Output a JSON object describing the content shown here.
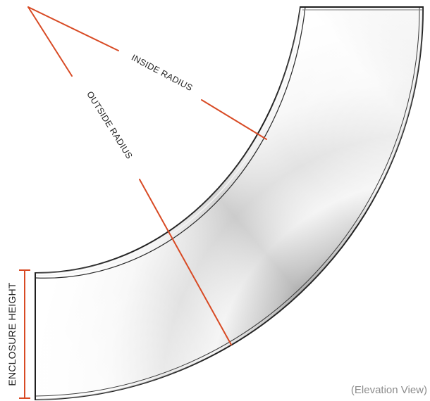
{
  "labels": {
    "inside_radius": "INSIDE RADIUS",
    "outside_radius": "OUTSIDE RADIUS",
    "enclosure_height": "ENCLOSURE HEIGHT",
    "view_caption": "(Elevation View)"
  },
  "colors": {
    "leader_lines": "#d84a24",
    "enclosure_outline": "#222222",
    "label_text": "#222222",
    "caption_text": "#8c8c8c"
  }
}
